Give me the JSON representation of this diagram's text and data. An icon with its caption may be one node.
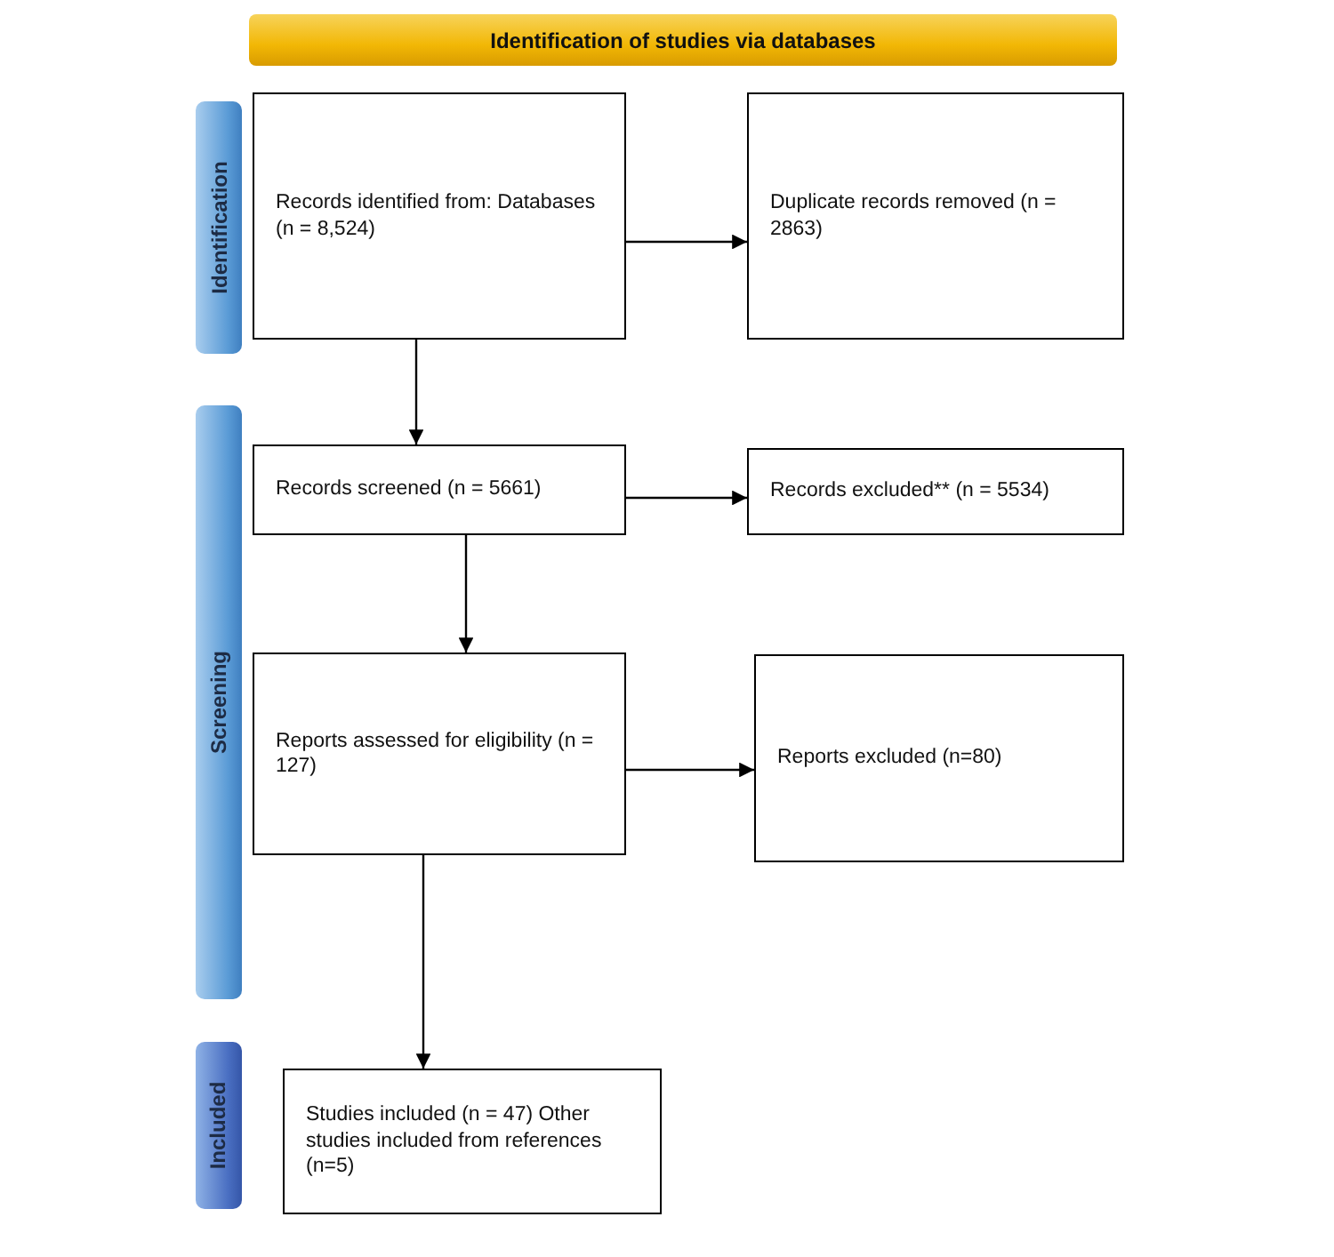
{
  "diagram": {
    "nodes": [
      {
        "text": [
          "Identification of studies via databases"
        ]
      },
      {
        "text": [
          "Identification"
        ]
      },
      {
        "text": [
          "Screening"
        ]
      },
      {
        "text": [
          "Included"
        ]
      },
      {
        "text": [
          "Records identified from: Databases (n = 8,524)"
        ]
      },
      {
        "text": [
          "Duplicate records removed (n = 2863)"
        ]
      },
      {
        "text": [
          "Records screened (n = 5661)"
        ]
      },
      {
        "text": [
          "Records excluded** (n = 5534)"
        ]
      },
      {
        "text": [
          "Reports assessed for eligibility (n = 127)"
        ]
      },
      {
        "text": [
          "Reports excluded (n=80)"
        ]
      },
      {
        "text": [
          "Studies included (n = 47) Other studies included from references (n=5)"
        ]
      }
    ],
    "edges": [
      {
        "from": 4,
        "to": 5,
        "arrow": "to"
      },
      {
        "from": 4,
        "to": 6,
        "arrow": "to"
      },
      {
        "from": 6,
        "to": 7,
        "arrow": "to"
      },
      {
        "from": 6,
        "to": 8,
        "arrow": "to"
      },
      {
        "from": 8,
        "to": 9,
        "arrow": "to"
      },
      {
        "from": 8,
        "to": 10,
        "arrow": "to"
      }
    ]
  }
}
